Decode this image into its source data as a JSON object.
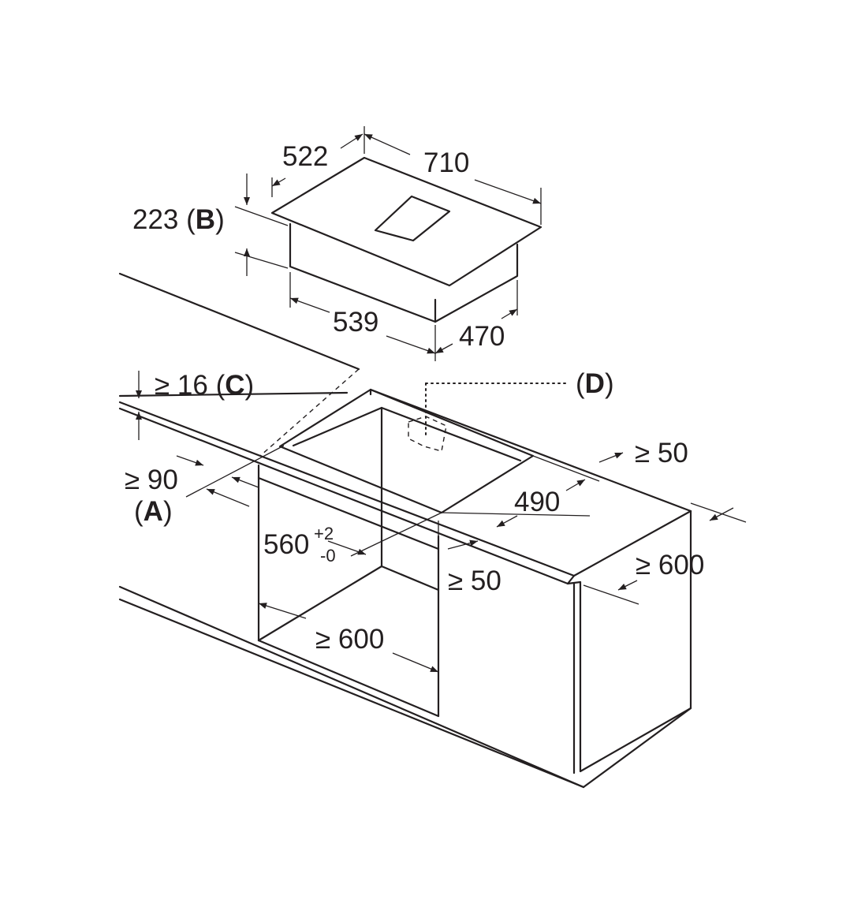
{
  "dimensions": {
    "hob_depth": "522",
    "hob_width": "710",
    "hob_height_value": "223",
    "hob_height_ref": "B",
    "hob_box_width": "539",
    "hob_box_depth": "470",
    "worktop_thickness_prefix": "≥ 16",
    "worktop_thickness_ref": "C",
    "front_gap_value": "≥ 90",
    "front_gap_ref": "A",
    "ref_d": "D",
    "rear_gap": "≥ 50",
    "cutout_depth": "490",
    "cutout_width_main": "560",
    "cutout_width_tol_plus": "+2",
    "cutout_width_tol_minus": "-0",
    "side_gap": "≥ 50",
    "cabinet_depth": "≥ 600",
    "cabinet_width": "≥ 600"
  }
}
